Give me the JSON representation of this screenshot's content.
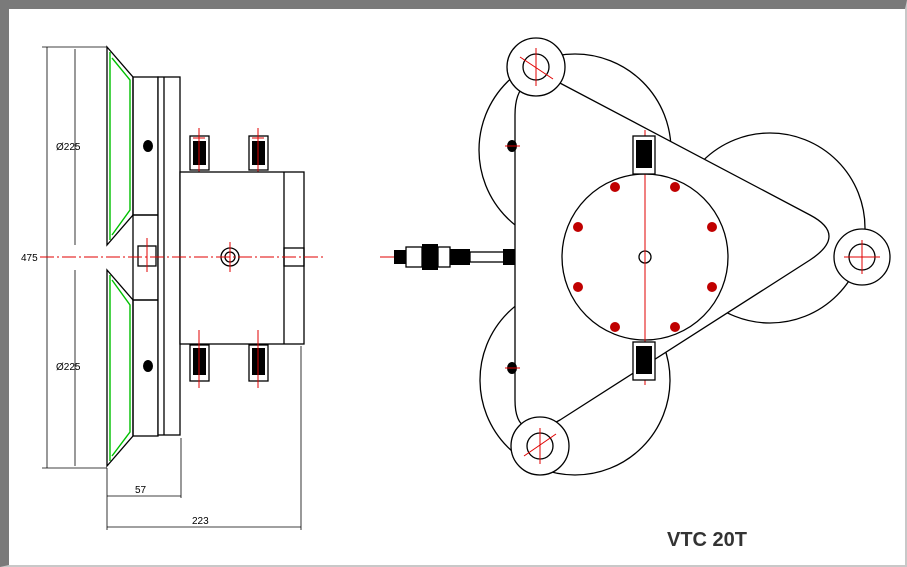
{
  "drawing": {
    "title": "VTC 20T",
    "dimensions": {
      "cup_diameter_top": "Ø225",
      "cup_diameter_bottom": "Ø225",
      "overall_height": "475",
      "cup_depth": "57",
      "overall_length": "223"
    }
  },
  "colors": {
    "outline": "#000000",
    "center_line": "#e00000",
    "seal_highlight": "#00c000",
    "frame_dark": "#7a7a7a"
  }
}
